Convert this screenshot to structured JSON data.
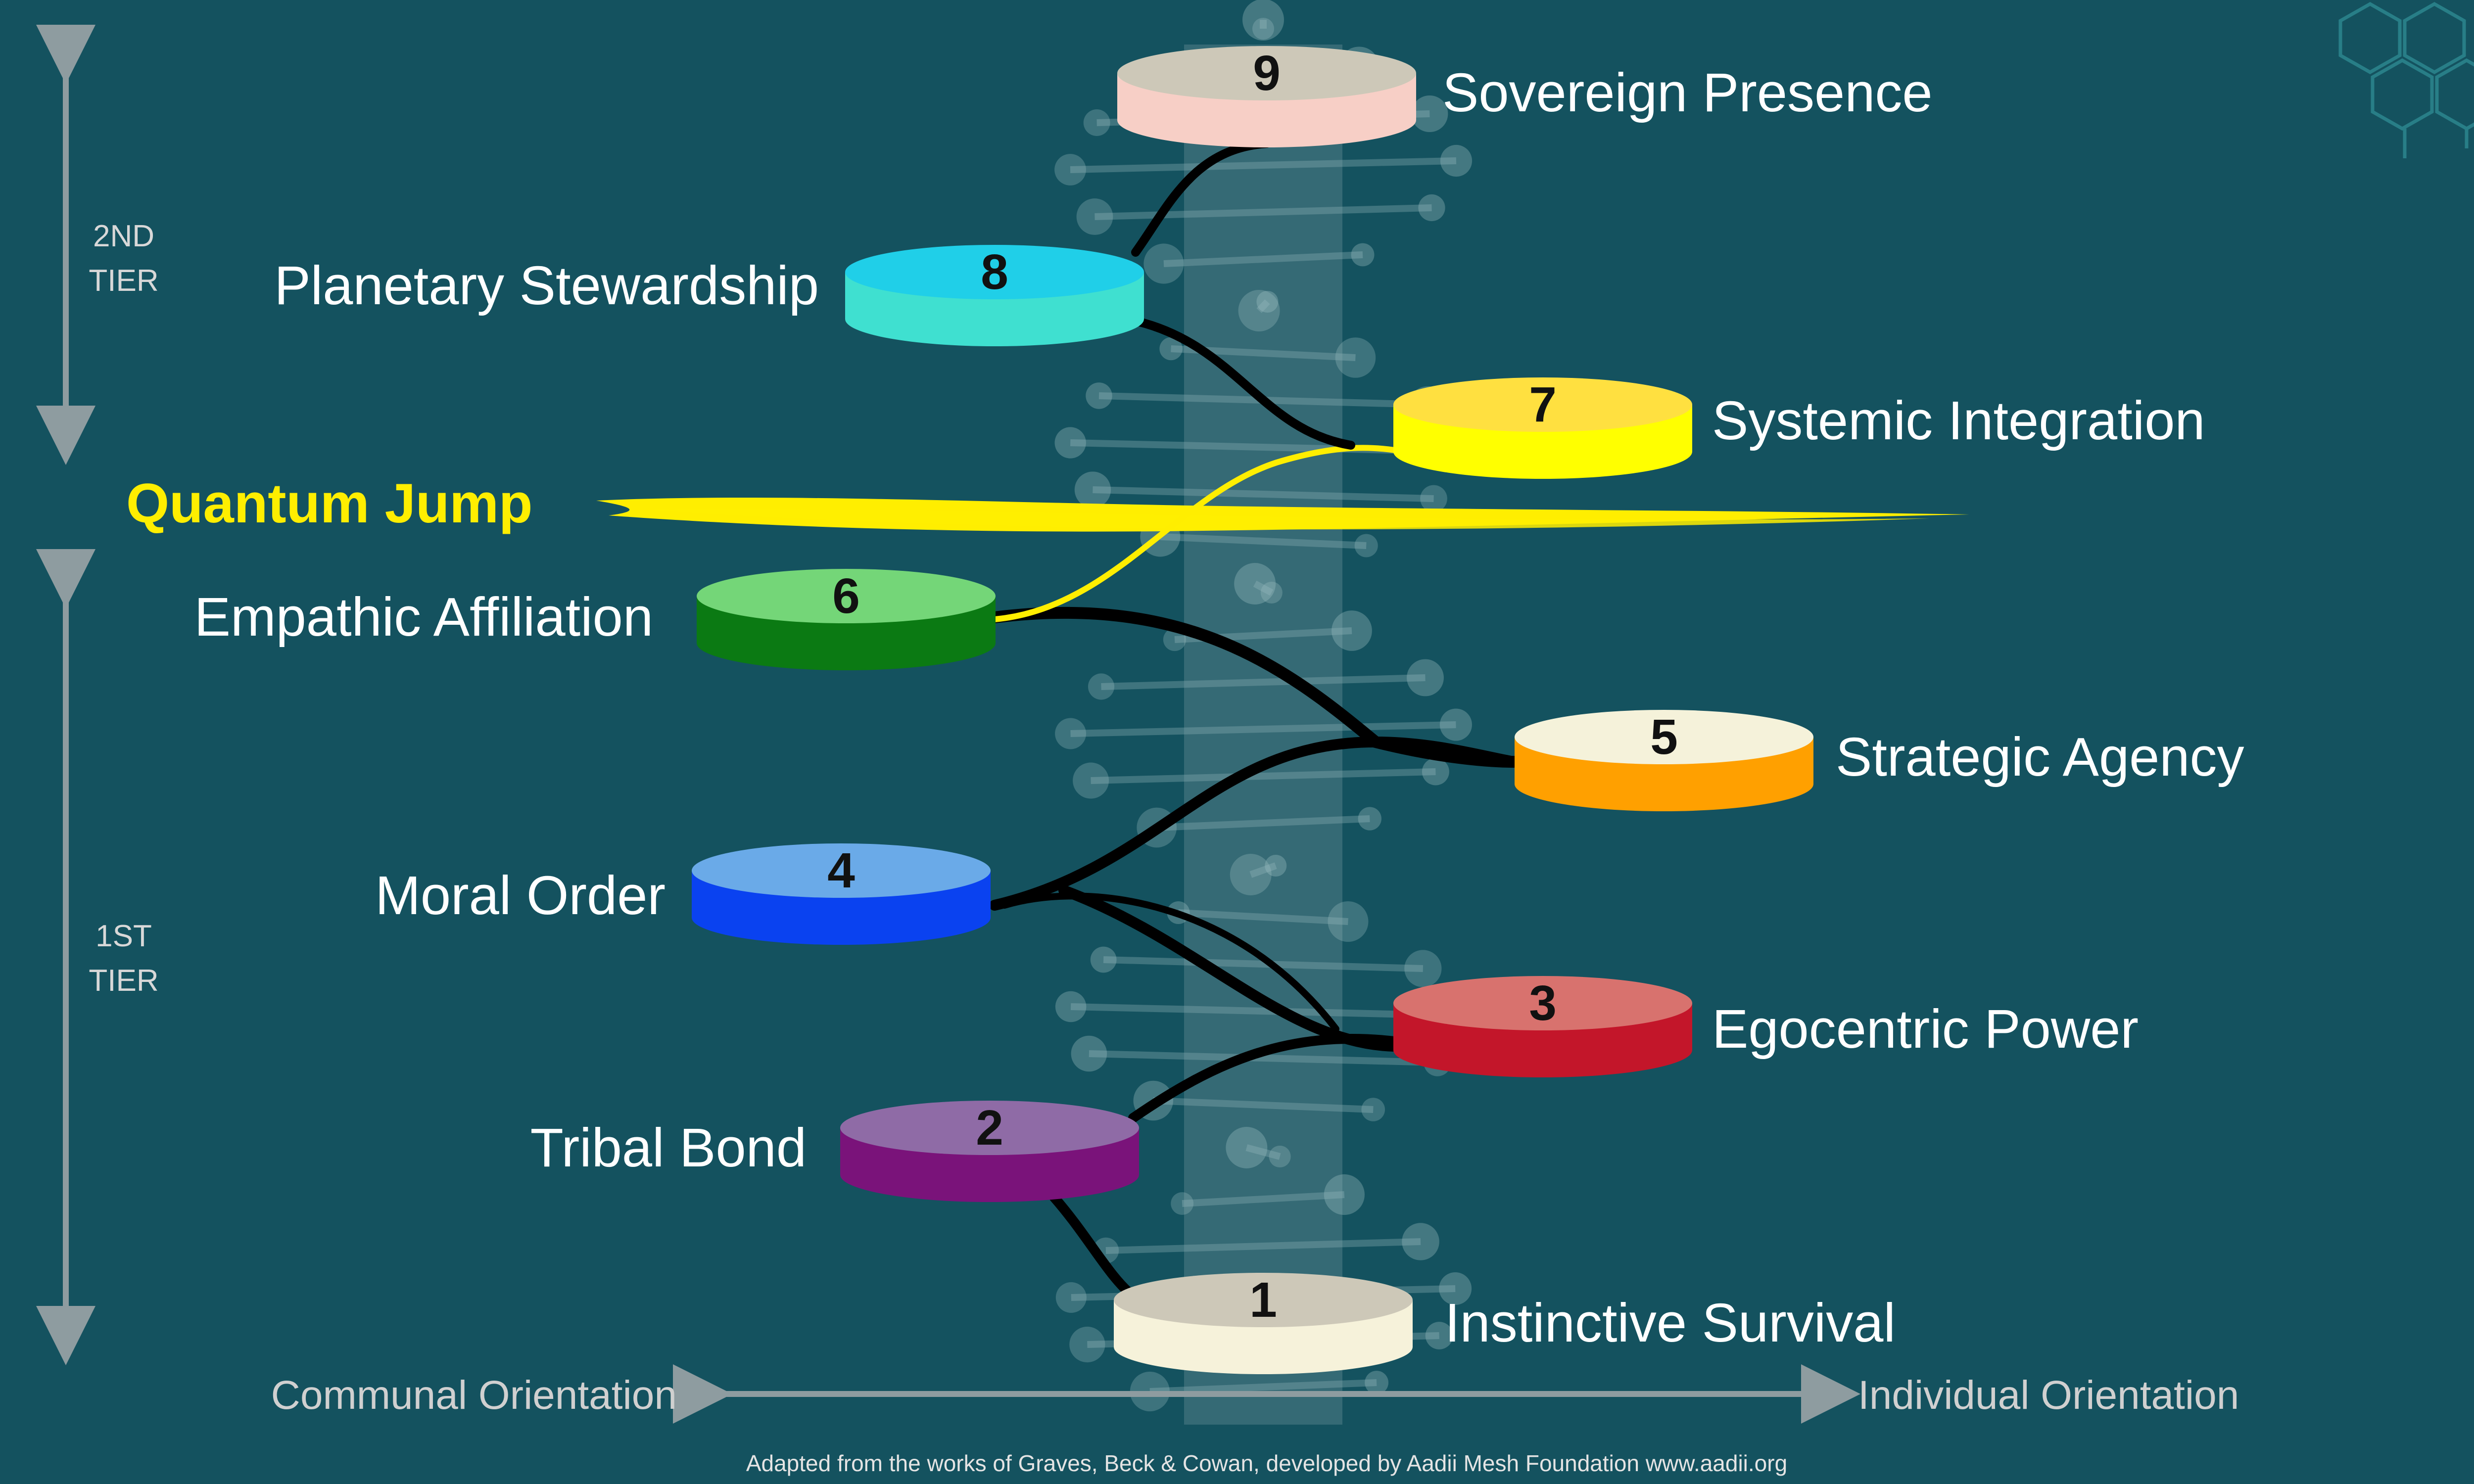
{
  "levels": [
    {
      "num": "1",
      "label": "Instinctive Survival",
      "top": "#cdc8b8",
      "side": "#f6f2da"
    },
    {
      "num": "2",
      "label": "Tribal Bond",
      "top": "#8f6ba6",
      "side": "#7a137a"
    },
    {
      "num": "3",
      "label": "Egocentric Power",
      "top": "#d8726e",
      "side": "#c3162a"
    },
    {
      "num": "4",
      "label": "Moral Order",
      "top": "#6aaae8",
      "side": "#0a42f0"
    },
    {
      "num": "5",
      "label": "Strategic Agency",
      "top": "#f5f2da",
      "side": "#ffa000"
    },
    {
      "num": "6",
      "label": "Empathic Affiliation",
      "top": "#74d678",
      "side": "#0b7a13"
    },
    {
      "num": "7",
      "label": "Systemic Integration",
      "top": "#ffe040",
      "side": "#ffff00"
    },
    {
      "num": "8",
      "label": "Planetary Stewardship",
      "top": "#20cfe8",
      "side": "#3fe0d0"
    },
    {
      "num": "9",
      "label": "Sovereign Presence",
      "top": "#cdc8b8",
      "side": "#f7cfc6"
    }
  ],
  "tiers": {
    "second": [
      "2ND",
      "TIER"
    ],
    "first": [
      "1ST",
      "TIER"
    ]
  },
  "quantum_jump": "Quantum Jump",
  "orientation": {
    "left": "Communal Orientation",
    "right": "Individual Orientation"
  },
  "credit": "Adapted from the works of Graves, Beck & Cowan, developed by Aadii Mesh Foundation www.aadii.org",
  "colors": {
    "background": "#14525f",
    "accent_yellow": "#ffee00",
    "arrow_gray": "#8e9ca0"
  }
}
